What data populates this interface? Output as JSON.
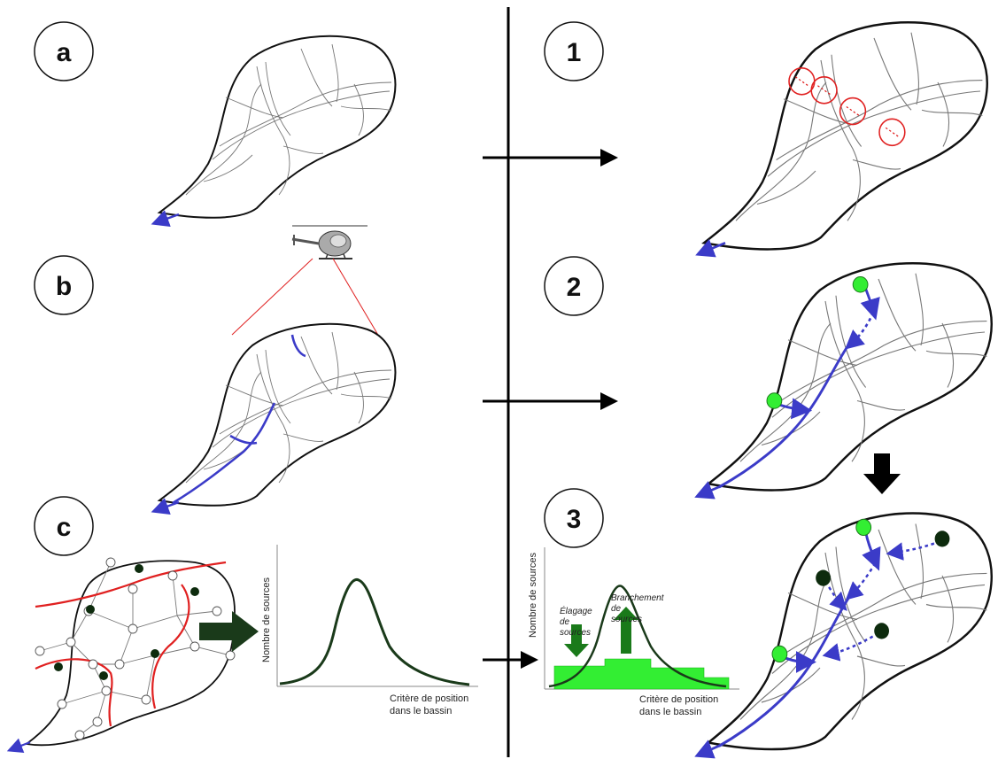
{
  "labels": {
    "a": "a",
    "b": "b",
    "c": "c",
    "one": "1",
    "two": "2",
    "three": "3"
  },
  "graph_c": {
    "ylabel": "Nombre de sources",
    "xlabel_line1": "Critère de position",
    "xlabel_line2": "dans le bassin"
  },
  "graph_3": {
    "ylabel": "Nombre de sources",
    "xlabel_line1": "Critère de position",
    "xlabel_line2": "dans le bassin",
    "pruning_line1": "Élagage",
    "pruning_line2": "de",
    "pruning_line3": "sources",
    "branching_line1": "Branchement",
    "branching_line2": "de",
    "branching_line3": "sources"
  },
  "colors": {
    "river": "#3b3bc8",
    "red": "#e02020",
    "green": "#33ee33",
    "darkgreen": "#0d2b0d",
    "curve": "#1a3a1a"
  }
}
